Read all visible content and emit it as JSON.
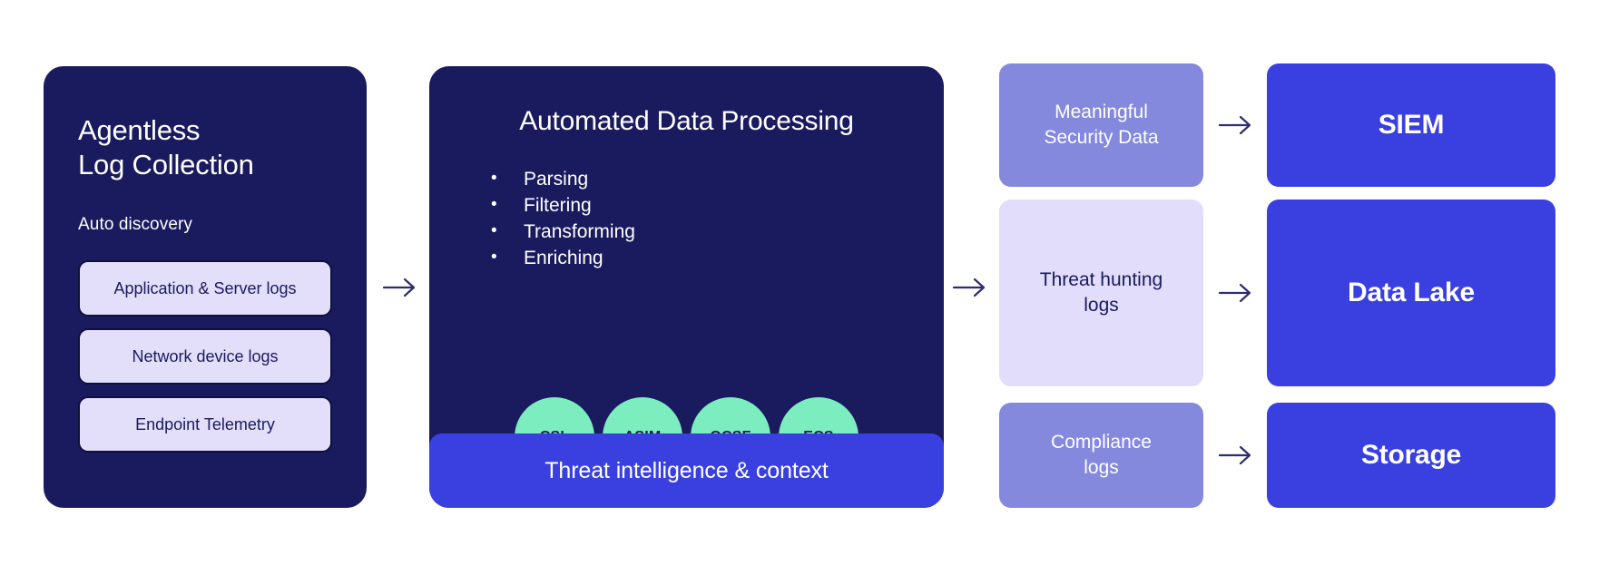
{
  "theme": {
    "card_navy": "#1a1a5e",
    "chip_lavender": "#e3dffb",
    "accent_blue": "#3a40e0",
    "schema_green": "#7cedbf",
    "shade_mid_purple": "#8489dd",
    "shade_light_purple": "#e1ddfa",
    "arrow_navy": "#2e2e6e",
    "page_background": "#ffffff"
  },
  "collection": {
    "title": "Agentless\nLog Collection",
    "subtitle": "Auto discovery",
    "sources": [
      {
        "label": "Application & Server logs"
      },
      {
        "label": "Network device logs"
      },
      {
        "label": "Endpoint Telemetry"
      }
    ]
  },
  "processing": {
    "title": "Automated Data Processing",
    "steps": [
      {
        "label": "Parsing"
      },
      {
        "label": "Filtering"
      },
      {
        "label": "Transforming"
      },
      {
        "label": "Enriching"
      }
    ],
    "schemas": [
      {
        "label": "CSL"
      },
      {
        "label": "ASIM"
      },
      {
        "label": "OCSF"
      },
      {
        "label": "ECS"
      }
    ],
    "footer_bar": "Threat intelligence & context"
  },
  "outputs": [
    {
      "label": "Meaningful\nSecurity Data",
      "shade": "mid"
    },
    {
      "label": "Threat hunting\nlogs",
      "shade": "light"
    },
    {
      "label": "Compliance\nlogs",
      "shade": "mid"
    }
  ],
  "destinations": [
    {
      "label": "SIEM"
    },
    {
      "label": "Data Lake"
    },
    {
      "label": "Storage"
    }
  ],
  "arrows": [
    {
      "name": "collection-to-processing"
    },
    {
      "name": "processing-to-outputs"
    },
    {
      "name": "output-to-siem"
    },
    {
      "name": "output-to-data-lake"
    },
    {
      "name": "output-to-storage"
    }
  ]
}
